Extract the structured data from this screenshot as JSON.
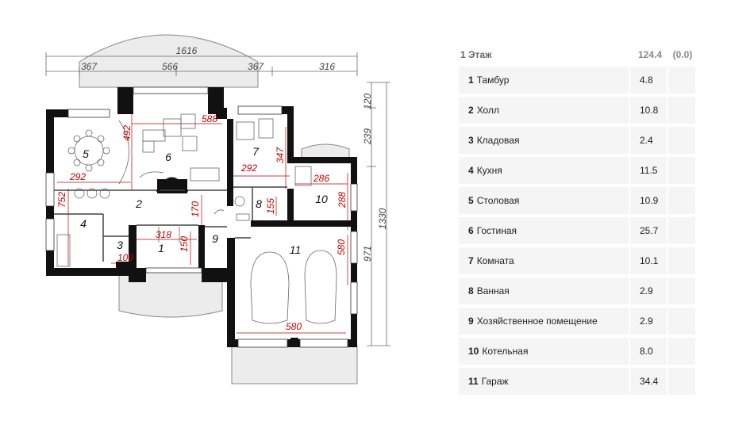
{
  "plan": {
    "dims_top": [
      "1616",
      "367",
      "566",
      "367",
      "316"
    ],
    "dims_right": [
      "120",
      "239",
      "1330",
      "971"
    ],
    "dims_red": [
      "492",
      "588",
      "292",
      "292",
      "347",
      "286",
      "288",
      "752",
      "170",
      "318",
      "150",
      "155",
      "109",
      "580",
      "580"
    ],
    "rooms": [
      "1",
      "2",
      "3",
      "4",
      "5",
      "6",
      "7",
      "8",
      "9",
      "10",
      "11"
    ]
  },
  "table": {
    "header": {
      "name": "1 Этаж",
      "area": "124.4",
      "extra": "(0.0)"
    },
    "rows": [
      {
        "num": "1",
        "name": "Тамбур",
        "area": "4.8"
      },
      {
        "num": "2",
        "name": "Холл",
        "area": "10.8"
      },
      {
        "num": "3",
        "name": "Кладовая",
        "area": "2.4"
      },
      {
        "num": "4",
        "name": "Кухня",
        "area": "11.5"
      },
      {
        "num": "5",
        "name": "Столовая",
        "area": "10.9"
      },
      {
        "num": "6",
        "name": "Гостиная",
        "area": "25.7"
      },
      {
        "num": "7",
        "name": "Комната",
        "area": "10.1"
      },
      {
        "num": "8",
        "name": "Ванная",
        "area": "2.9"
      },
      {
        "num": "9",
        "name": "Хозяйственное помещение",
        "area": "2.9"
      },
      {
        "num": "10",
        "name": "Котельная",
        "area": "8.0"
      },
      {
        "num": "11",
        "name": "Гараж",
        "area": "34.4"
      }
    ]
  }
}
